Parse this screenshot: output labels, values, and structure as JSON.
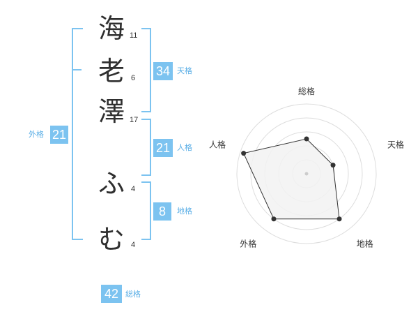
{
  "colors": {
    "accent": "#7cc3f0",
    "label_text": "#5aaee6",
    "radar_fill": "#f2f2f2",
    "radar_ring": "#dddddd"
  },
  "name": {
    "characters": [
      {
        "char": "海",
        "strokes": "11"
      },
      {
        "char": "老",
        "strokes": "6"
      },
      {
        "char": "澤",
        "strokes": "17"
      },
      {
        "char": "ふ",
        "strokes": "4"
      },
      {
        "char": "む",
        "strokes": "4"
      }
    ]
  },
  "fortune": {
    "tenkaku": {
      "value": "34",
      "label": "天格"
    },
    "jinkaku": {
      "value": "21",
      "label": "人格"
    },
    "chikaku": {
      "value": "8",
      "label": "地格"
    },
    "gaikaku": {
      "value": "21",
      "label": "外格"
    },
    "soukaku": {
      "value": "42",
      "label": "総格"
    }
  },
  "chart_data": {
    "type": "radar",
    "axes": [
      "総格",
      "天格",
      "地格",
      "外格",
      "人格"
    ],
    "values": [
      0.5,
      0.4,
      0.8,
      0.8,
      0.95
    ],
    "max": 1
  }
}
